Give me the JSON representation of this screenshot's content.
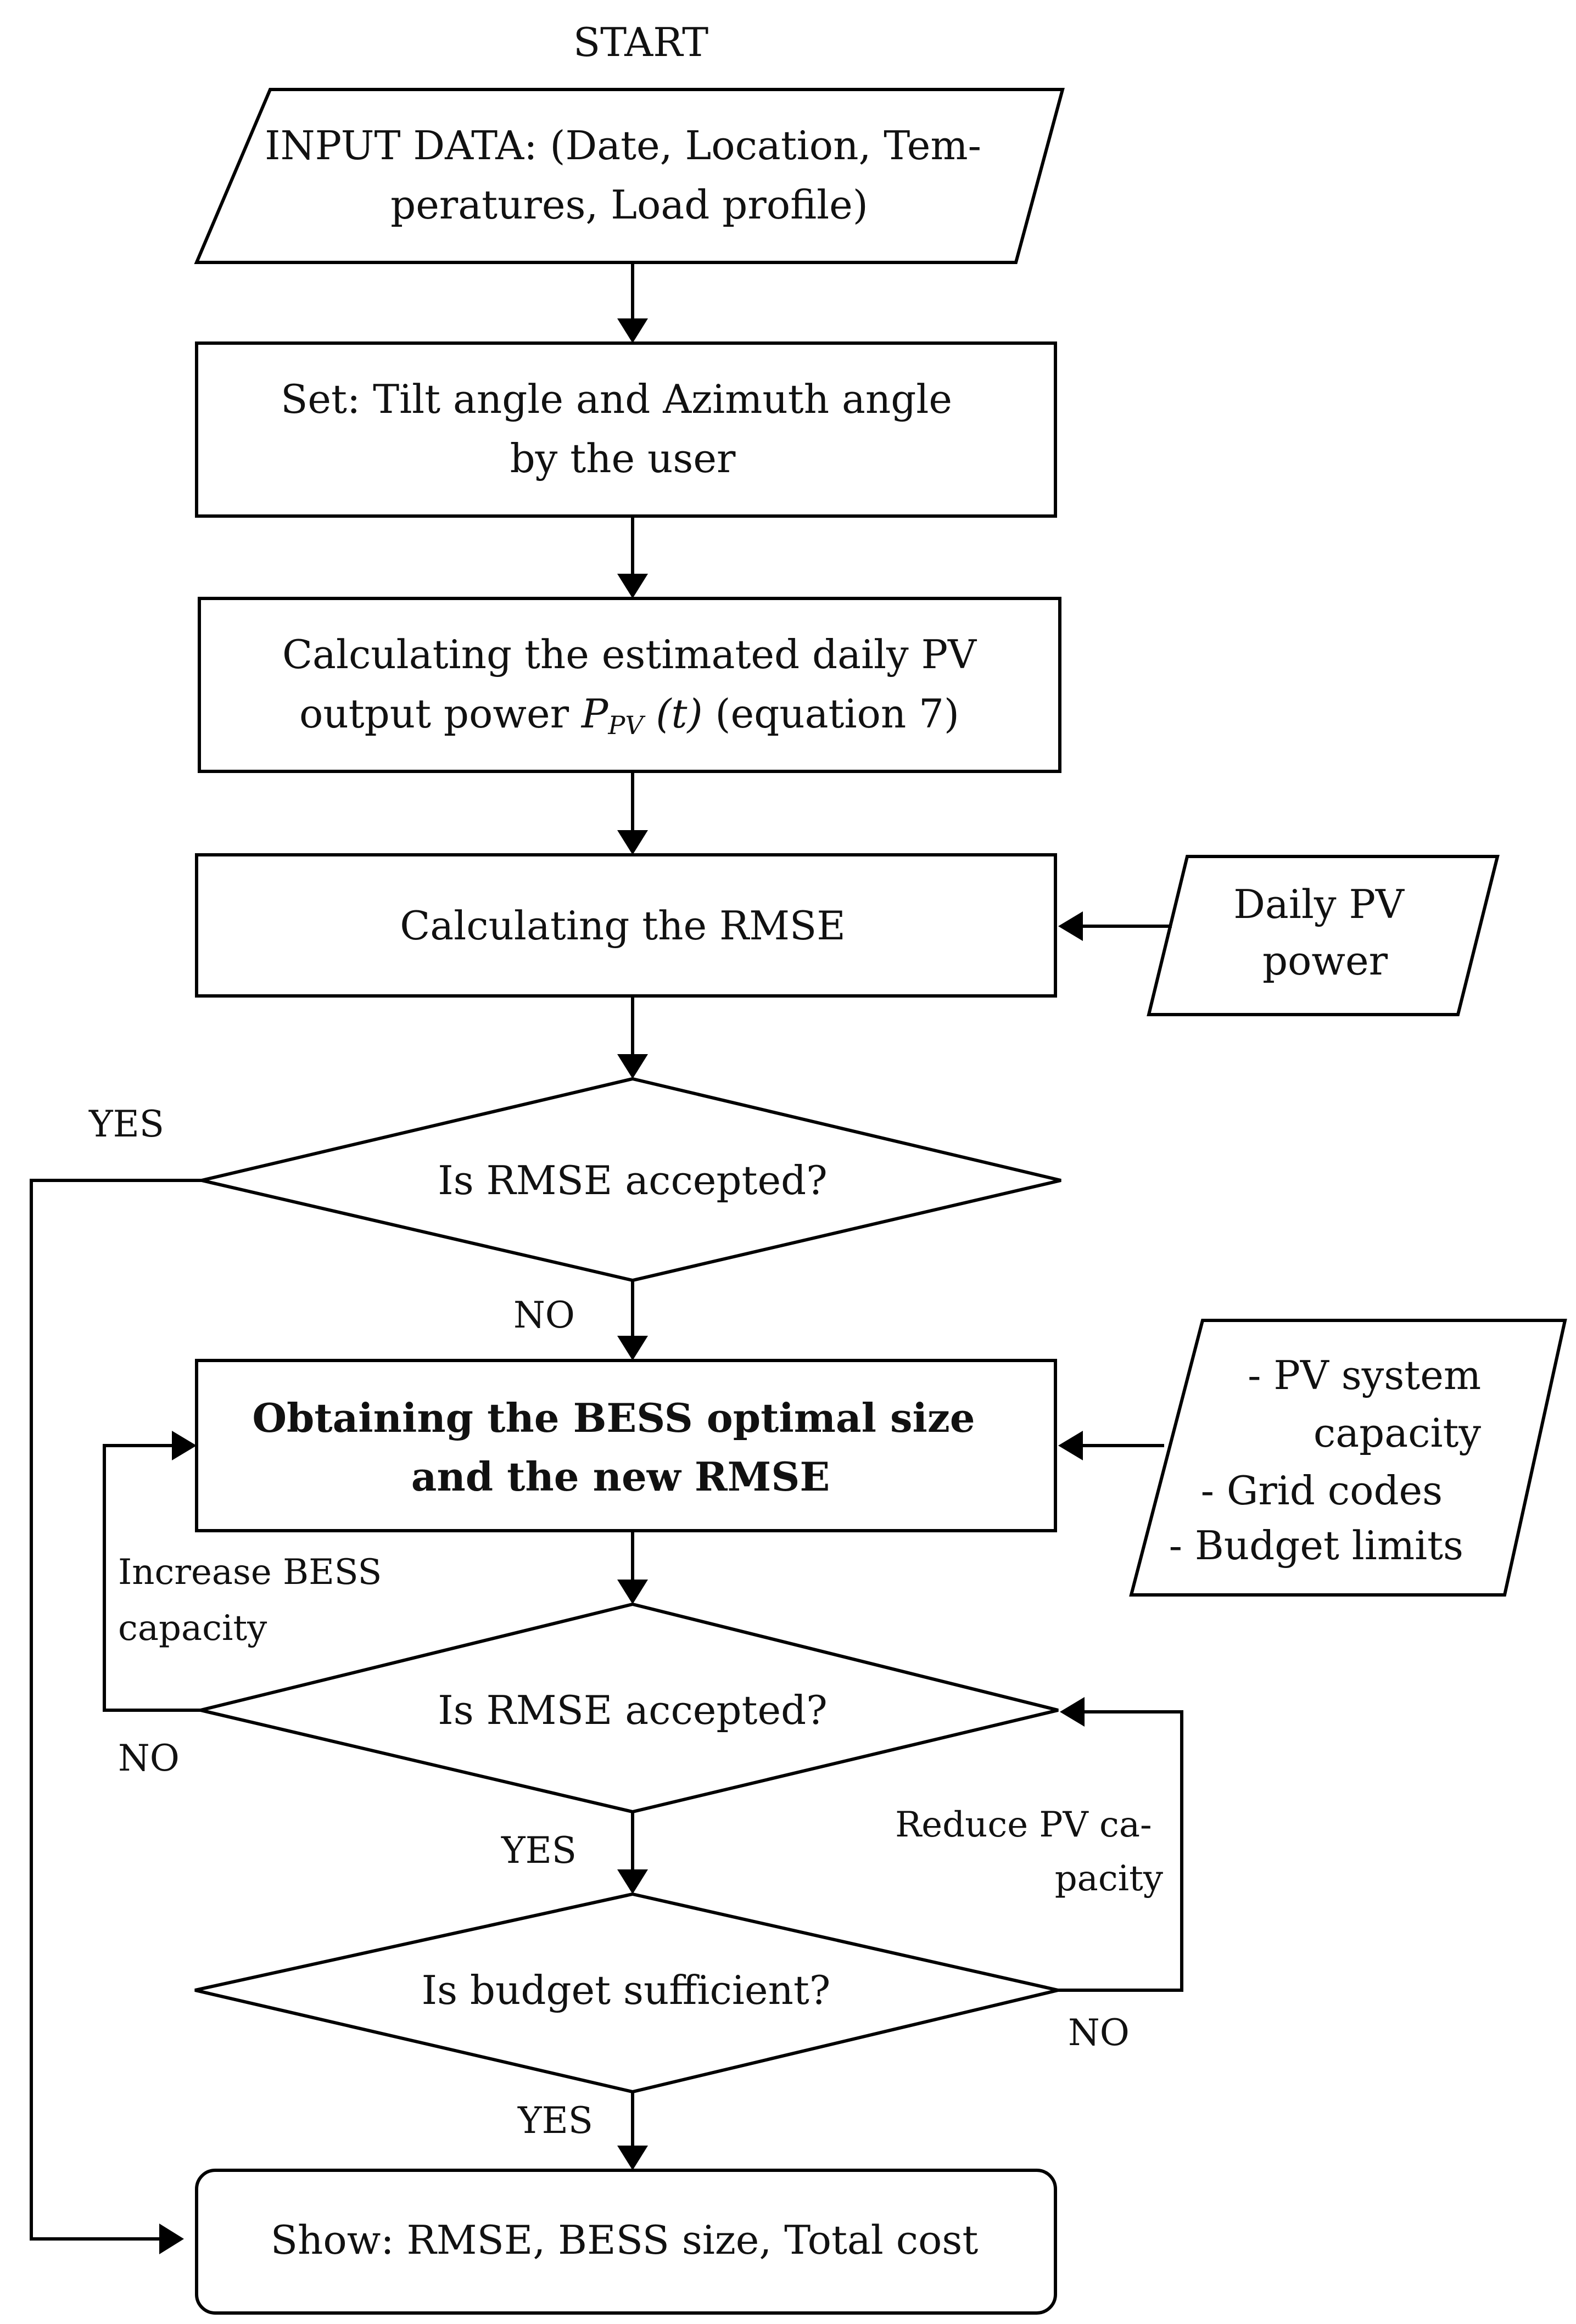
{
  "diagram": {
    "type": "flowchart",
    "start_label": "START",
    "nodes": {
      "input": {
        "kind": "parallelogram",
        "lines": [
          "INPUT DATA: (Date, Location, Tem-",
          "peratures, Load profile)"
        ]
      },
      "set_angles": {
        "kind": "process",
        "lines": [
          "Set: Tilt angle and Azimuth angle",
          "by the user"
        ]
      },
      "calc_pv": {
        "kind": "process",
        "line1": "Calculating the estimated daily PV",
        "line2_pre": "output power ",
        "symbol_main": "P",
        "symbol_sub": "PV",
        "symbol_arg": " (t)",
        "line2_post": " (equation 7)"
      },
      "calc_rmse": {
        "kind": "process",
        "lines": [
          "Calculating the RMSE"
        ]
      },
      "daily_pv": {
        "kind": "parallelogram",
        "lines": [
          "Daily PV",
          "power"
        ]
      },
      "rmse_check_1": {
        "kind": "decision",
        "lines": [
          "Is RMSE accepted?"
        ]
      },
      "bess_opt": {
        "kind": "process",
        "bold": true,
        "lines": [
          "Obtaining the BESS optimal size",
          "and the new RMSE"
        ]
      },
      "constraints": {
        "kind": "parallelogram",
        "lines": [
          "- PV system",
          "capacity",
          "- Grid codes",
          "- Budget limits"
        ]
      },
      "rmse_check_2": {
        "kind": "decision",
        "lines": [
          "Is RMSE accepted?"
        ]
      },
      "budget_check": {
        "kind": "decision",
        "lines": [
          "Is budget sufficient?"
        ]
      },
      "show": {
        "kind": "terminal",
        "lines": [
          "Show: RMSE, BESS size, Total cost"
        ]
      }
    },
    "edge_labels": {
      "rmse1_yes": "YES",
      "rmse1_no": "NO",
      "increase_bess": [
        "Increase BESS",
        "capacity"
      ],
      "rmse2_no": "NO",
      "rmse2_yes": "YES",
      "reduce_pv": [
        "Reduce PV ca-",
        "pacity"
      ],
      "budget_no": "NO",
      "budget_yes": "YES"
    }
  }
}
